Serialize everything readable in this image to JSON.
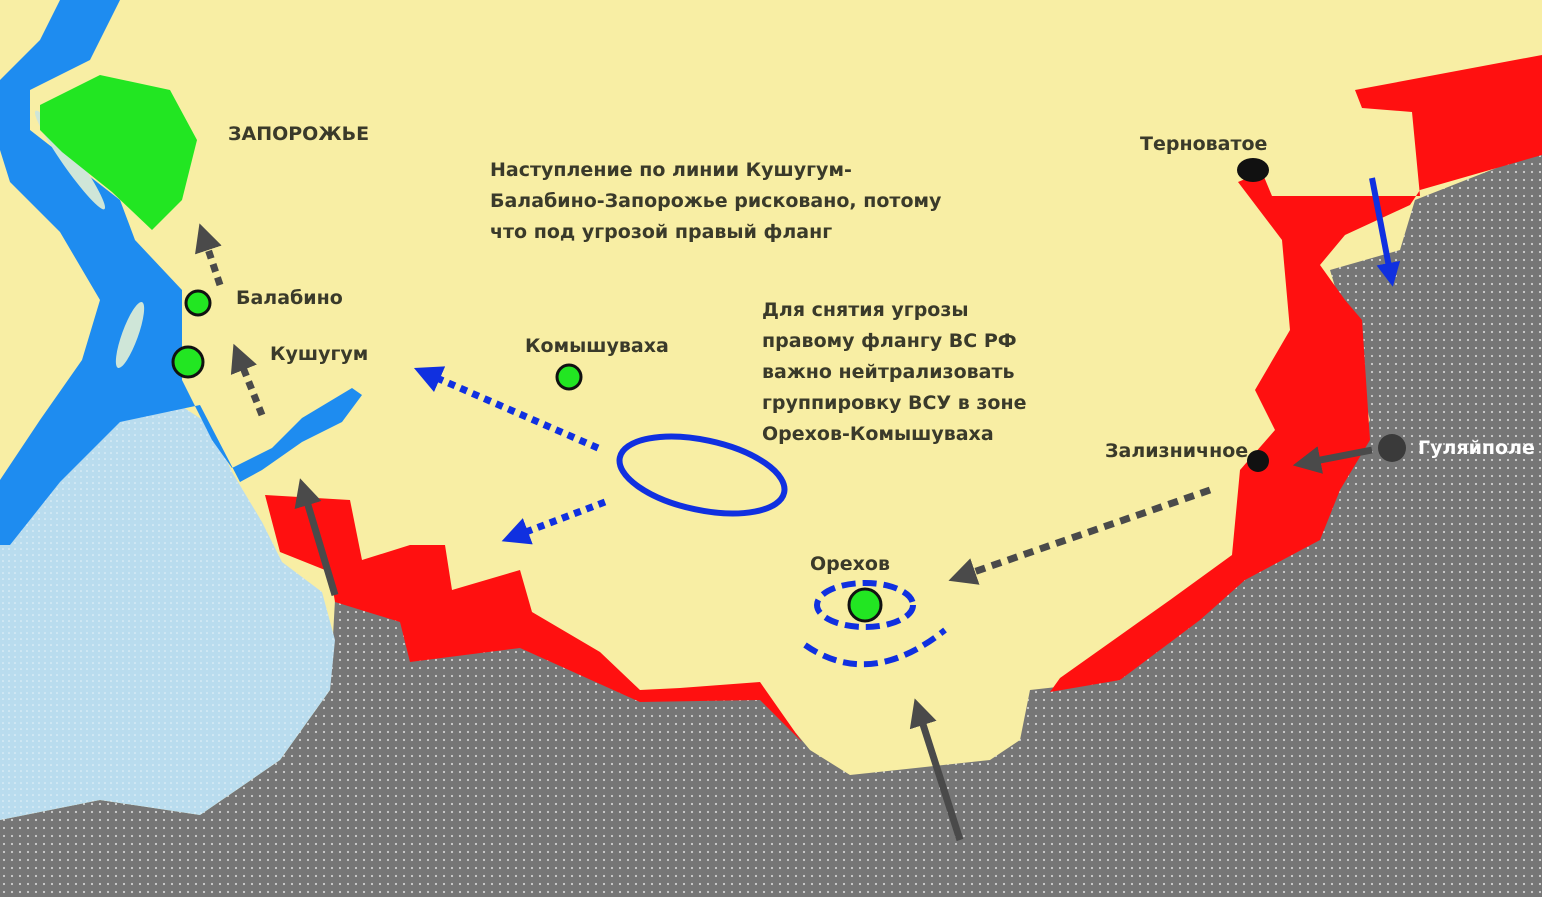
{
  "colors": {
    "land": "#f8eea4",
    "occupied_gray": "#767676",
    "frontline_red": "#ff1010",
    "river": "#1e8cf0",
    "sea": "#b9dcee",
    "city_green": "#22e622",
    "arrow_blue": "#1030e0",
    "arrow_gray": "#4a4a4a"
  },
  "labels": {
    "zaporozhye": "ЗАПОРОЖЬЕ",
    "balabino": "Балабино",
    "kushugum": "Кушугум",
    "komyshuvakha": "Комышуваха",
    "orekhov": "Орехов",
    "ternovatoe": "Терноватое",
    "zaliznichnoe": "Зализничное",
    "gulyaipole": "Гуляйполе"
  },
  "notes": {
    "advance": [
      "Наступление по линии Кушугум-",
      "Балабино-Запорожье рисковано, потому",
      "что под угрозой правый фланг"
    ],
    "threat": [
      "Для снятия угрозы",
      "правому флангу ВС РФ",
      "важно нейтрализовать",
      "группировку ВСУ в зоне",
      "Орехов-Комышуваха"
    ]
  }
}
